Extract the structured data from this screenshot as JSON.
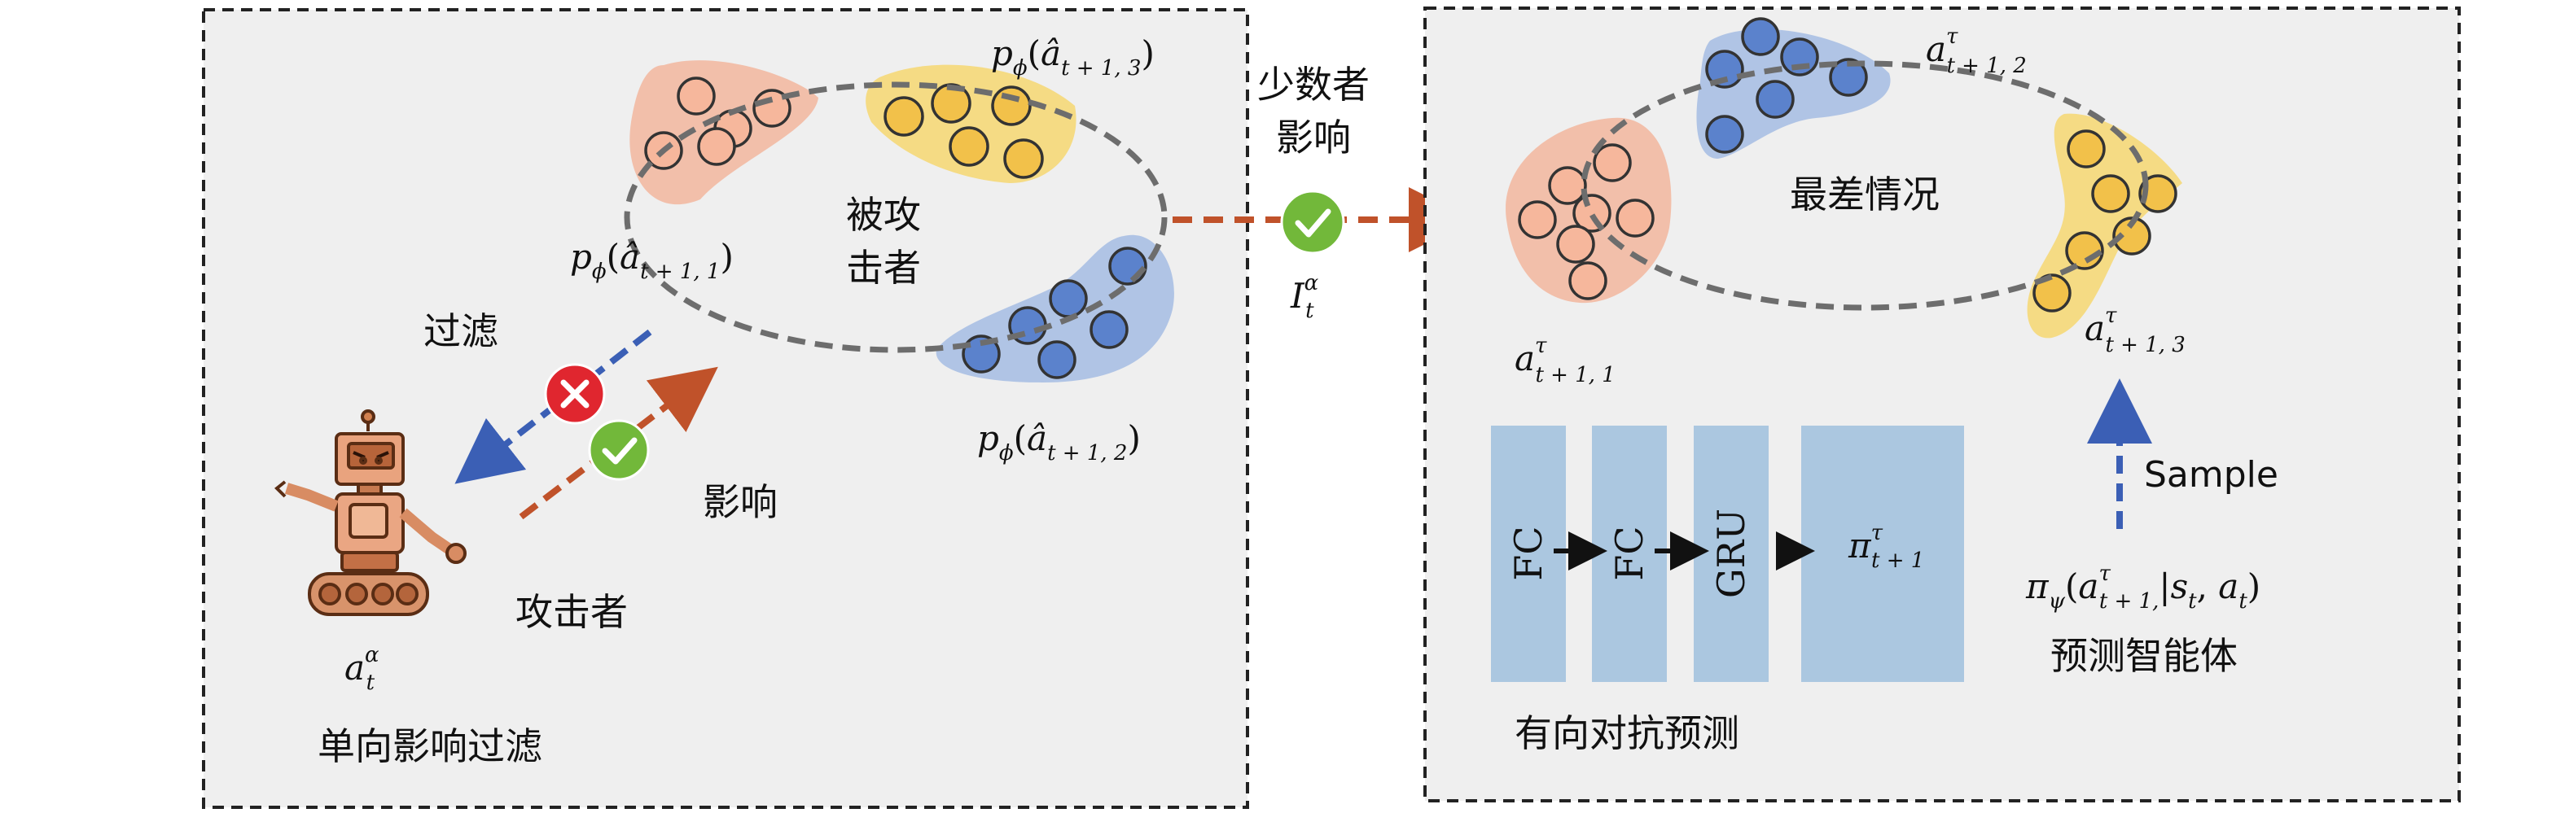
{
  "left_panel": {
    "caption": "单向影响过滤",
    "victim_label_line1": "被攻",
    "victim_label_line2": "击者",
    "filter_label": "过滤",
    "influence_label": "影响",
    "attacker_label": "攻击者",
    "attacker_symbol": "a",
    "attacker_sup": "α",
    "attacker_sub": "t",
    "cluster1_label": "pϕ(ât+1,1)",
    "cluster2_label": "pϕ(ât+1,2)",
    "cluster3_label": "pϕ(ât+1,3)",
    "colors": {
      "orange": "#f2b9a2",
      "yellow": "#f5d878",
      "blue": "#a9bfe3",
      "panel_bg": "#efefef"
    }
  },
  "middle": {
    "label_line1": "少数者",
    "label_line2": "影响",
    "I_symbol": "I",
    "I_sup": "α",
    "I_sub": "t"
  },
  "right_panel": {
    "caption": "有向对抗预测",
    "worst_case": "最差情况",
    "sample": "Sample",
    "agent_label": "预测智能体",
    "a1_label": "aτt+1,1",
    "a2_label": "aτt+1,2",
    "a3_label": "aτt+1,3",
    "blocks": [
      "FC",
      "FC",
      "GRU"
    ],
    "pi_block": "πτt+1",
    "policy": "πψ(aτt+1,|st, at)",
    "colors": {
      "block": "#abc7e0"
    }
  }
}
